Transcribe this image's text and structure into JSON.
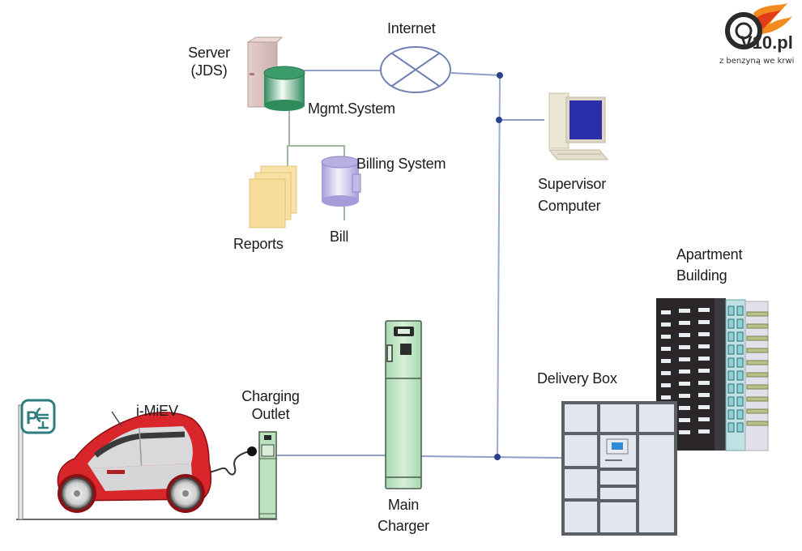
{
  "logo": {
    "brand": "V10.pl",
    "tagline": "z benzyną we krwi"
  },
  "diagram": {
    "title": "EV charging network diagram",
    "nodes": {
      "server": {
        "label_line1": "Server",
        "label_line2": "(JDS)"
      },
      "internet": {
        "label": "Internet"
      },
      "mgmt_system": {
        "label": "Mgmt.System"
      },
      "billing_system": {
        "label": "Billing System"
      },
      "reports": {
        "label": "Reports"
      },
      "bill": {
        "label": "Bill"
      },
      "supervisor_computer": {
        "label_line1": "Supervisor",
        "label_line2": "Computer"
      },
      "apartment_building": {
        "label_line1": "Apartment",
        "label_line2": "Building"
      },
      "delivery_box": {
        "label": "Delivery Box"
      },
      "vehicle": {
        "label": "i-MiEV"
      },
      "charging_outlet": {
        "label_line1": "Charging",
        "label_line2": "Outlet"
      },
      "main_charger": {
        "label_line1": "Main",
        "label_line2": "Charger"
      },
      "parking_sign": {
        "label": "P"
      }
    },
    "edges": [
      {
        "from": "server",
        "to": "internet"
      },
      {
        "from": "internet",
        "to": "bus"
      },
      {
        "from": "bus",
        "to": "supervisor_computer"
      },
      {
        "from": "mgmt_system",
        "to": "reports"
      },
      {
        "from": "mgmt_system",
        "to": "billing_system"
      },
      {
        "from": "billing_system",
        "to": "bill"
      },
      {
        "from": "charging_outlet",
        "to": "main_charger"
      },
      {
        "from": "main_charger",
        "to": "bus"
      },
      {
        "from": "bus",
        "to": "delivery_box"
      },
      {
        "from": "vehicle",
        "to": "charging_outlet"
      }
    ],
    "colors": {
      "link_line": "#8fa0c8",
      "junction_dot": "#2b3f8a",
      "tree_line": "#9fb79f",
      "charger_green": "#b9e2bd",
      "db_green": "#2e8a5a",
      "billing_purple": "#b8b0e0",
      "reports_yellow": "#f7dc9a",
      "car_red": "#d8262a",
      "monitor_blue": "#2a2ea8"
    }
  }
}
